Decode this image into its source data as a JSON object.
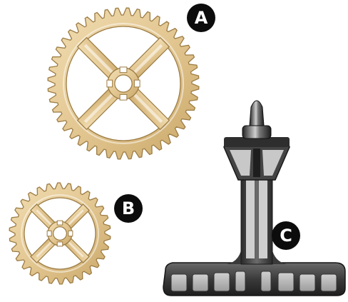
{
  "labels": {
    "a": "A",
    "b": "B",
    "c": "C"
  },
  "icons": {
    "gear_large": "large-gear-icon",
    "gear_small": "small-gear-icon",
    "stand": "pin-stand-icon"
  },
  "colors": {
    "gear_fill": "#E3C792",
    "gear_stroke": "#9C7C44",
    "metal_dark": "#3C3C3C",
    "metal_light": "#B7B7B7",
    "badge": "#0C0C0C"
  },
  "gears": {
    "large": {
      "teeth": 44,
      "spokes": 4
    },
    "small": {
      "teeth": 30,
      "spokes": 4
    }
  }
}
